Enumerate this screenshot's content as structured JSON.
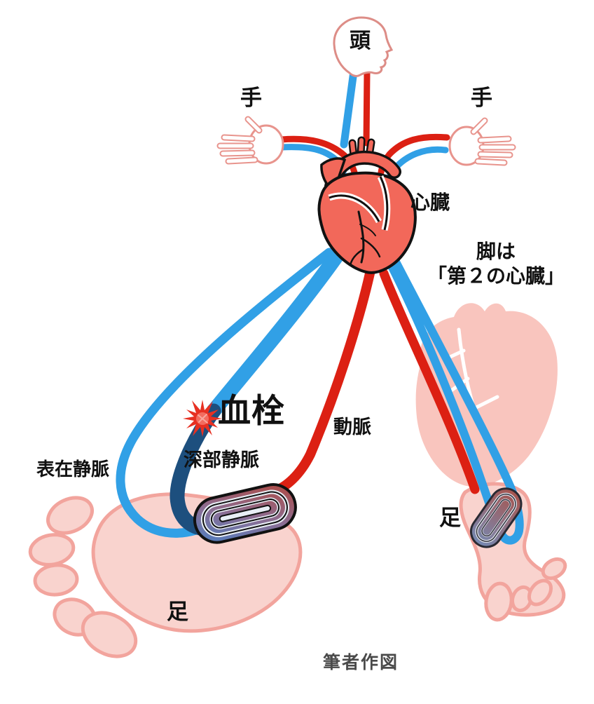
{
  "figure": {
    "labels": {
      "head": "頭",
      "hand_left": "手",
      "hand_right": "手",
      "heart": "心臓",
      "leg_caption_line1": "脚は",
      "leg_caption_line2": "「第２の心臓」",
      "thrombus": "血栓",
      "artery": "動脈",
      "deep_vein": "深部静脈",
      "superficial_vein": "表在静脈",
      "foot_left": "足",
      "foot_right": "足",
      "credit": "筆者作図"
    },
    "colors": {
      "artery_red": "#dc2013",
      "vein_blue": "#31a0e6",
      "deep_vein_navy": "#1d4f7e",
      "heart_salmon": "#f2685a",
      "body_outline_pink": "#dd8d87",
      "skin_fill_pink": "#f9d3ce",
      "skin_stroke_pink": "#f2a49d",
      "silhouette_pink": "#f9c5be",
      "thrombus_red": "#e73022",
      "text_black": "#111111",
      "credit_gray": "#4a4a4a"
    }
  }
}
